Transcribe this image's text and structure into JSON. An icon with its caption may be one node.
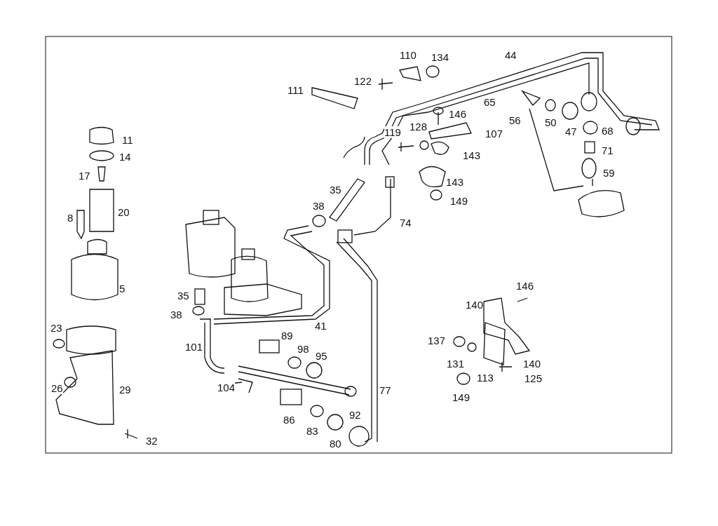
{
  "diagram": {
    "labels": [
      "110",
      "134",
      "44",
      "122",
      "111",
      "65",
      "146",
      "56",
      "50",
      "119",
      "128",
      "107",
      "11",
      "47",
      "68",
      "14",
      "143",
      "71",
      "17",
      "143",
      "59",
      "35",
      "149",
      "20",
      "38",
      "8",
      "74",
      "5",
      "35",
      "146",
      "38",
      "41",
      "140",
      "89",
      "23",
      "101",
      "98",
      "137",
      "95",
      "131",
      "140",
      "26",
      "29",
      "104",
      "113",
      "125",
      "77",
      "149",
      "92",
      "86",
      "83",
      "32",
      "80"
    ]
  }
}
